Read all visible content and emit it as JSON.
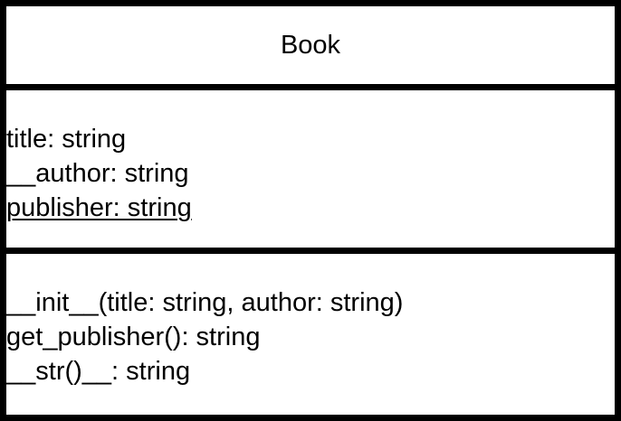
{
  "class_name": "Book",
  "attributes": [
    {
      "text": "title: string",
      "static": false
    },
    {
      "text": "__author: string",
      "static": false
    },
    {
      "text": "publisher: string",
      "static": true
    }
  ],
  "methods": [
    {
      "text": "__init__(title: string, author: string)"
    },
    {
      "text": "get_publisher(): string"
    },
    {
      "text": "__str()__: string"
    }
  ]
}
